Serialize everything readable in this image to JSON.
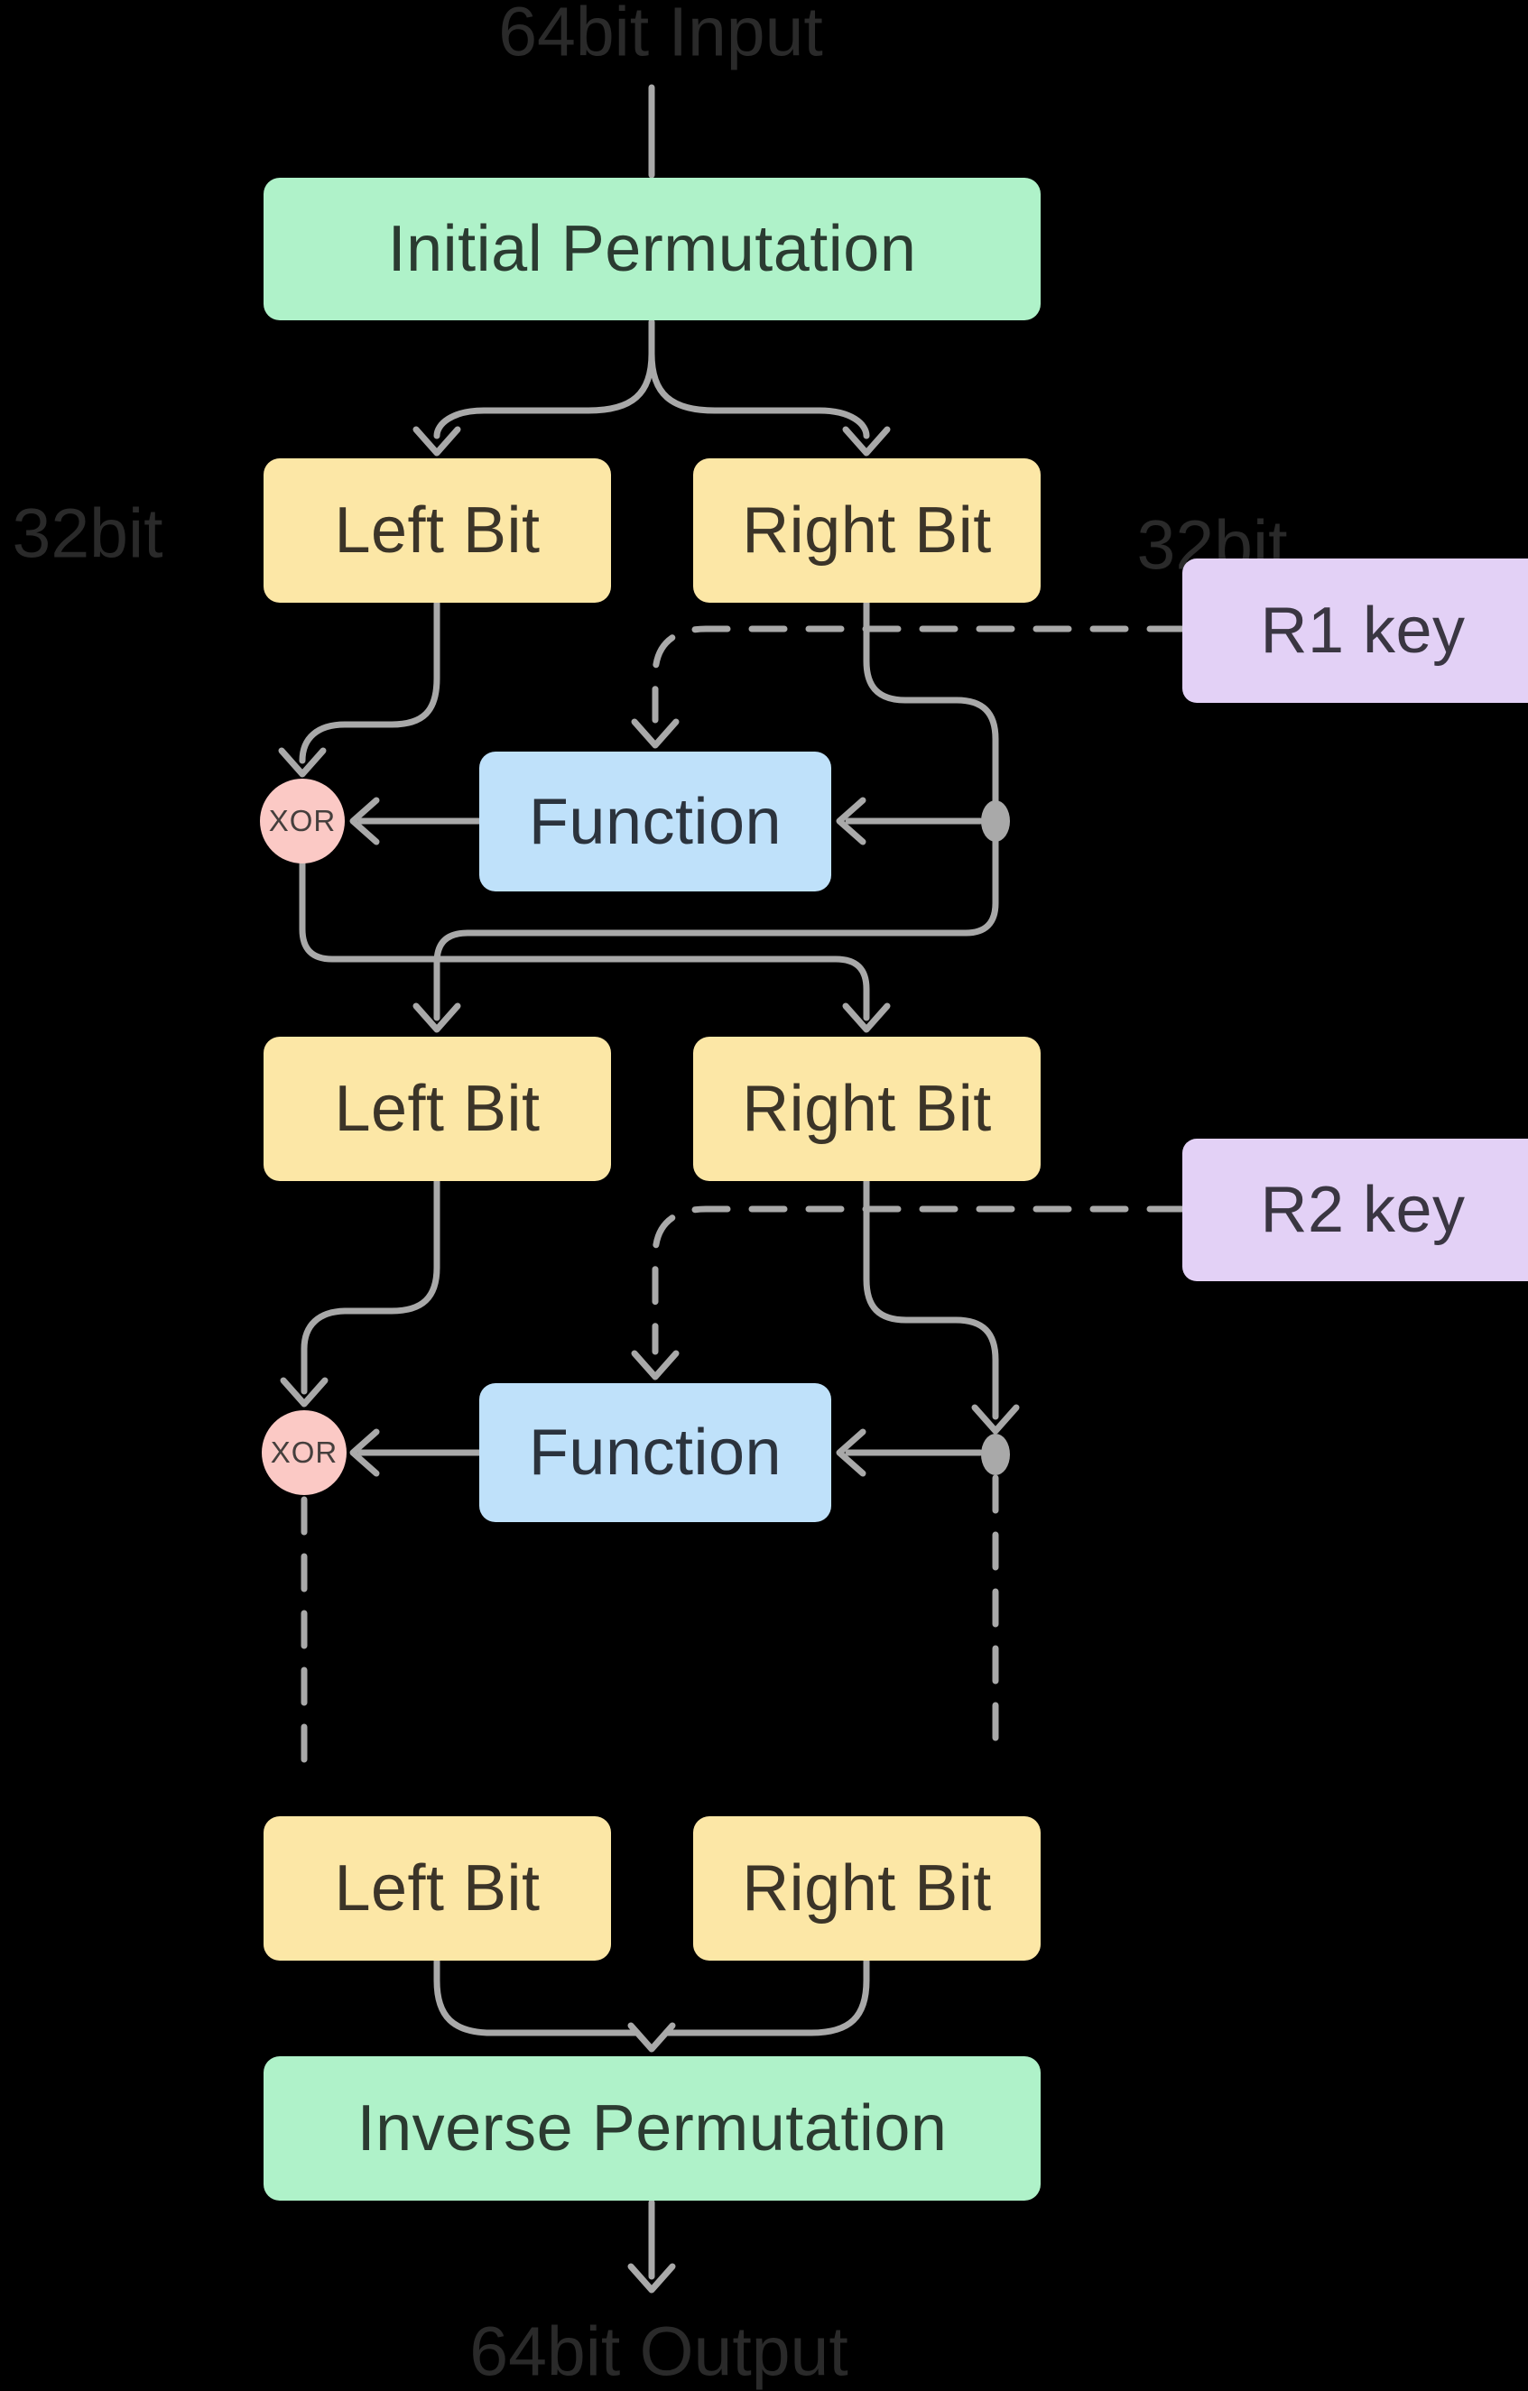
{
  "diagram": {
    "input_label": "64bit Input",
    "output_label": "64bit Output",
    "left_bit_width_label": "32bit",
    "right_bit_width_label": "32bit",
    "initial_permutation": "Initial Permutation",
    "inverse_permutation": "Inverse Permutation",
    "rounds": [
      {
        "left": "Left Bit",
        "right": "Right Bit",
        "key": "R1 key",
        "function": "Function",
        "xor": "XOR"
      },
      {
        "left": "Left Bit",
        "right": "Right Bit",
        "key": "R2 key",
        "function": "Function",
        "xor": "XOR"
      }
    ],
    "final": {
      "left": "Left Bit",
      "right": "Right Bit"
    }
  },
  "palette": {
    "background": "#000000",
    "permutation_fill": "#aff2c9",
    "permutation_text": "#2b3b31",
    "bit_fill": "#fce7a6",
    "bit_text": "#3b3428",
    "key_fill": "#e3d1f6",
    "key_text": "#3a3642",
    "function_fill": "#bfe1fa",
    "function_text": "#2b333d",
    "xor_fill": "#fbc9c5",
    "xor_text": "#453f3d",
    "line": "#a9a9a9",
    "outside_label": "#2a2a2a"
  }
}
